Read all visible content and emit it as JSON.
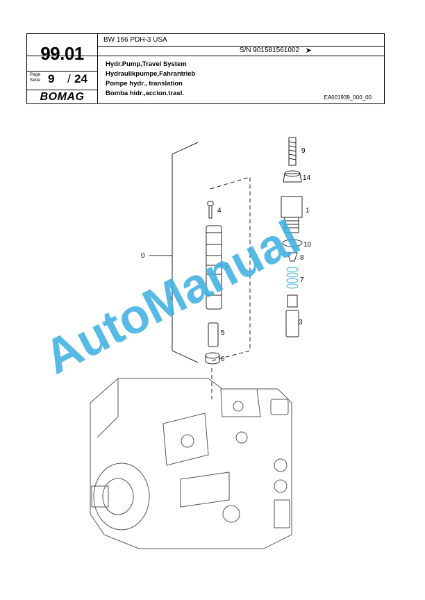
{
  "header": {
    "model": "BW 166 PDH-3 USA",
    "serial_number": "S/N 901581561002",
    "serial_arrow": "➤",
    "group_number": "99.01",
    "page_label_en": "Page",
    "page_label_de": "Seite",
    "page_number": "9",
    "page_separator": "/",
    "page_total": "24",
    "brand": "BOMAG",
    "titles": [
      "Hydr.Pump,Travel System",
      "Hydraulikpumpe,Fahrantrieb",
      "Pompe hydr., translation",
      "Bomba hidr.,accion.trasl."
    ],
    "drawing_ref": "EA001939_000_00"
  },
  "diagram": {
    "callouts": [
      "0",
      "1",
      "2",
      "3",
      "4",
      "5",
      "6",
      "7",
      "8",
      "9",
      "10",
      "14"
    ]
  },
  "watermark": {
    "text": "AutoManual",
    "color": "#3aaee0"
  }
}
